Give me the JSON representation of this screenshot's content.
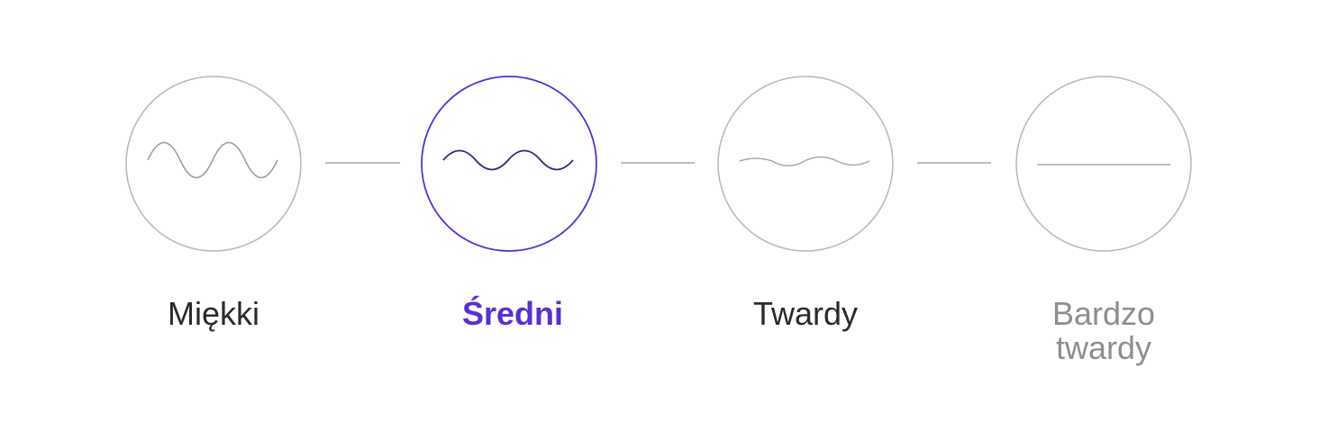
{
  "selector": {
    "selected_index": 1,
    "accent_color": "#5a2fd0",
    "options": [
      {
        "label": "Miękki",
        "icon": "high-wave-icon"
      },
      {
        "label": "Średni",
        "icon": "medium-wave-icon"
      },
      {
        "label": "Twardy",
        "icon": "low-wave-icon"
      },
      {
        "label": "Bardzo\ntwardy",
        "icon": "flat-line-icon"
      }
    ]
  }
}
